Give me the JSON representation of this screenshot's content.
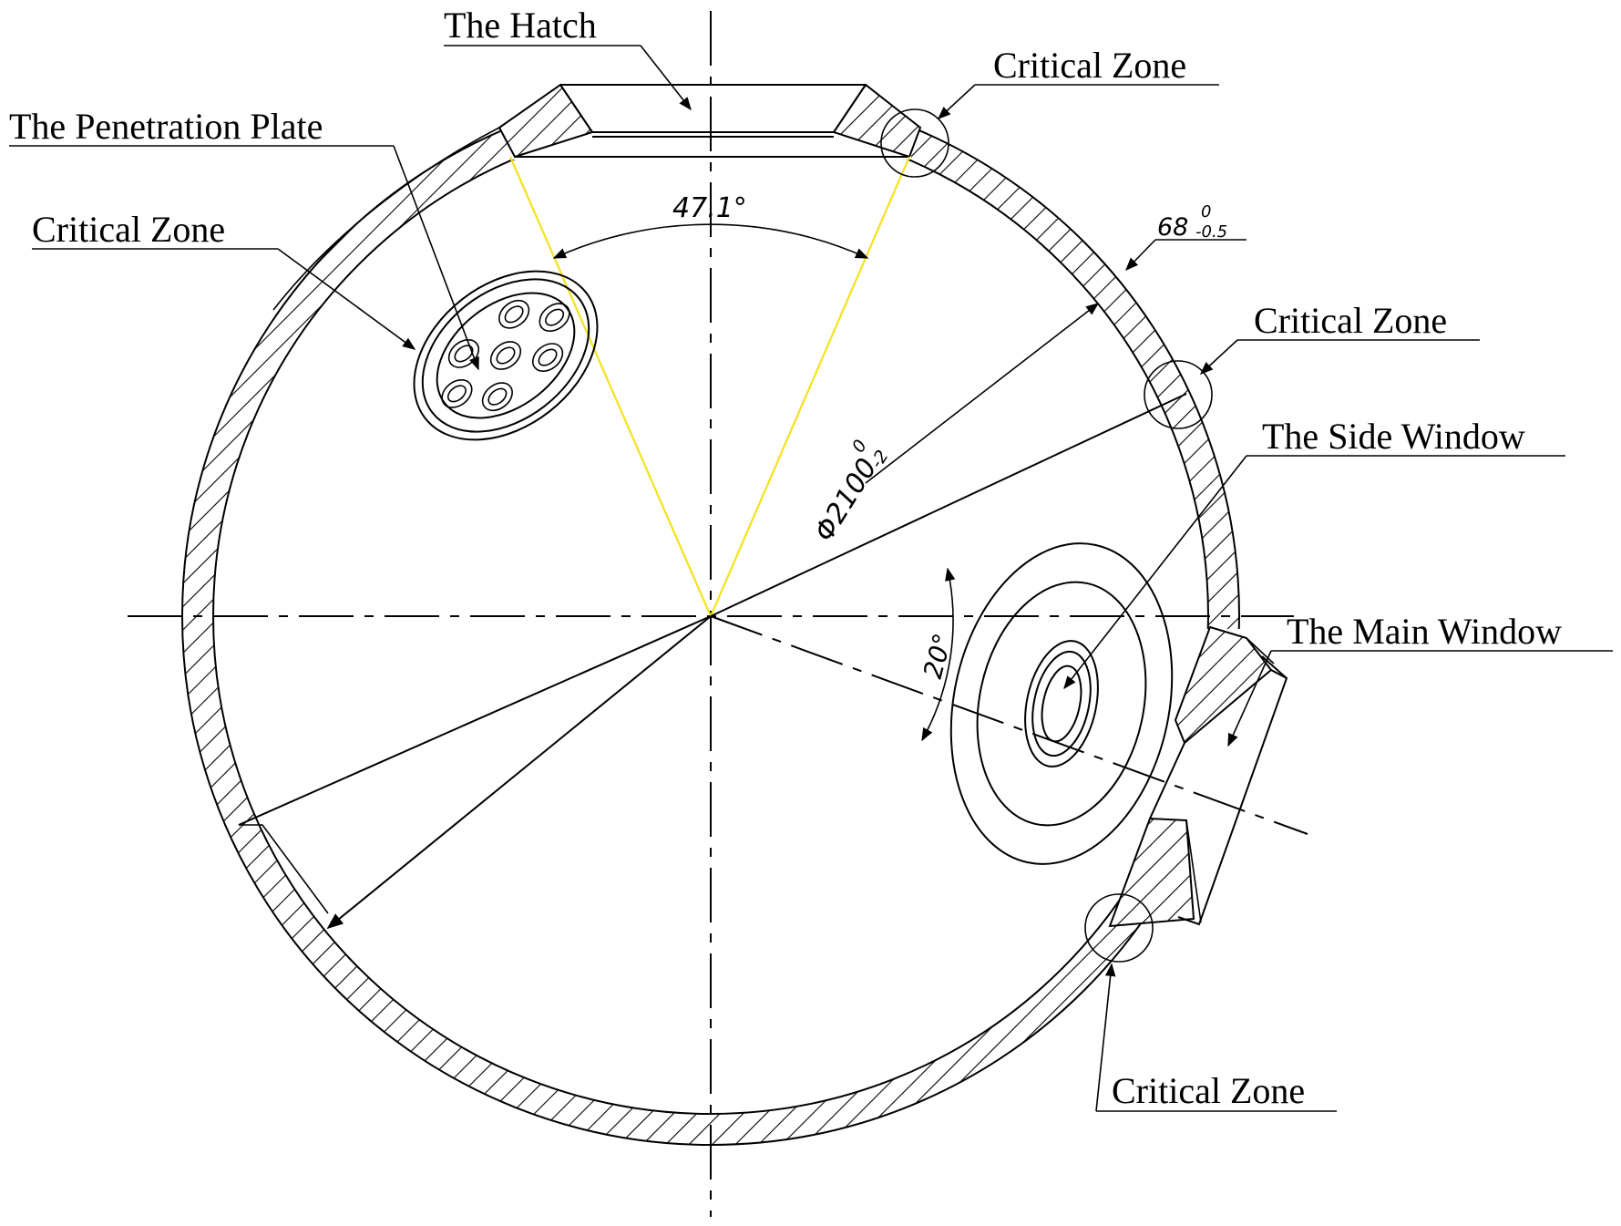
{
  "labels": {
    "hatch": "The Hatch",
    "penetration_plate": "The Penetration Plate",
    "critical_zone_top_right": "Critical Zone",
    "critical_zone_left": "Critical Zone",
    "critical_zone_right": "Critical Zone",
    "critical_zone_bottom": "Critical Zone",
    "side_window": "The Side Window",
    "main_window": "The Main Window"
  },
  "dimensions": {
    "angle_hatch": "47.1°",
    "angle_window": "20°",
    "diameter_main": "Φ2100",
    "diameter_upper_tol": "0",
    "diameter_lower_tol": "-2",
    "thickness_main": "68",
    "thickness_upper_tol": "0",
    "thickness_lower_tol": "-0.5"
  },
  "colors": {
    "line": "#000000",
    "angle_lines": "#f4e21c",
    "background": "#ffffff"
  }
}
